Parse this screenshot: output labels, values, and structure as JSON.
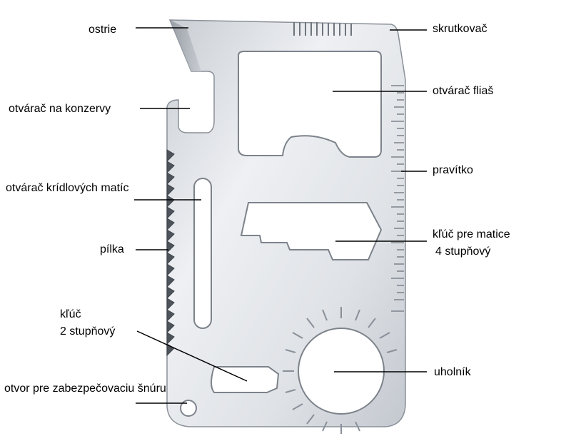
{
  "labels": {
    "ostrie": "ostrie",
    "skrutkovac": "skrutkovač",
    "otvarac_flias": "otvárač fliaš",
    "otvarac_konzervy": "otvárač na konzervy",
    "pravitko": "pravítko",
    "otvarac_kridlovych": "otvárač krídlových matíc",
    "kluc_matice_1": "kľúč pre matice",
    "kluc_matice_2": "4 stupňový",
    "pilka": "pílka",
    "kluc_2_1": "kľúč",
    "kluc_2_2": "2 stupňový",
    "uholnik": "uholník",
    "otvor": "otvor pre zabezpečovaciu šnúru"
  },
  "colors": {
    "card_light": "#e9ebef",
    "card_dark": "#b9bec6",
    "edge": "#8a9099",
    "leader": "#000000"
  }
}
